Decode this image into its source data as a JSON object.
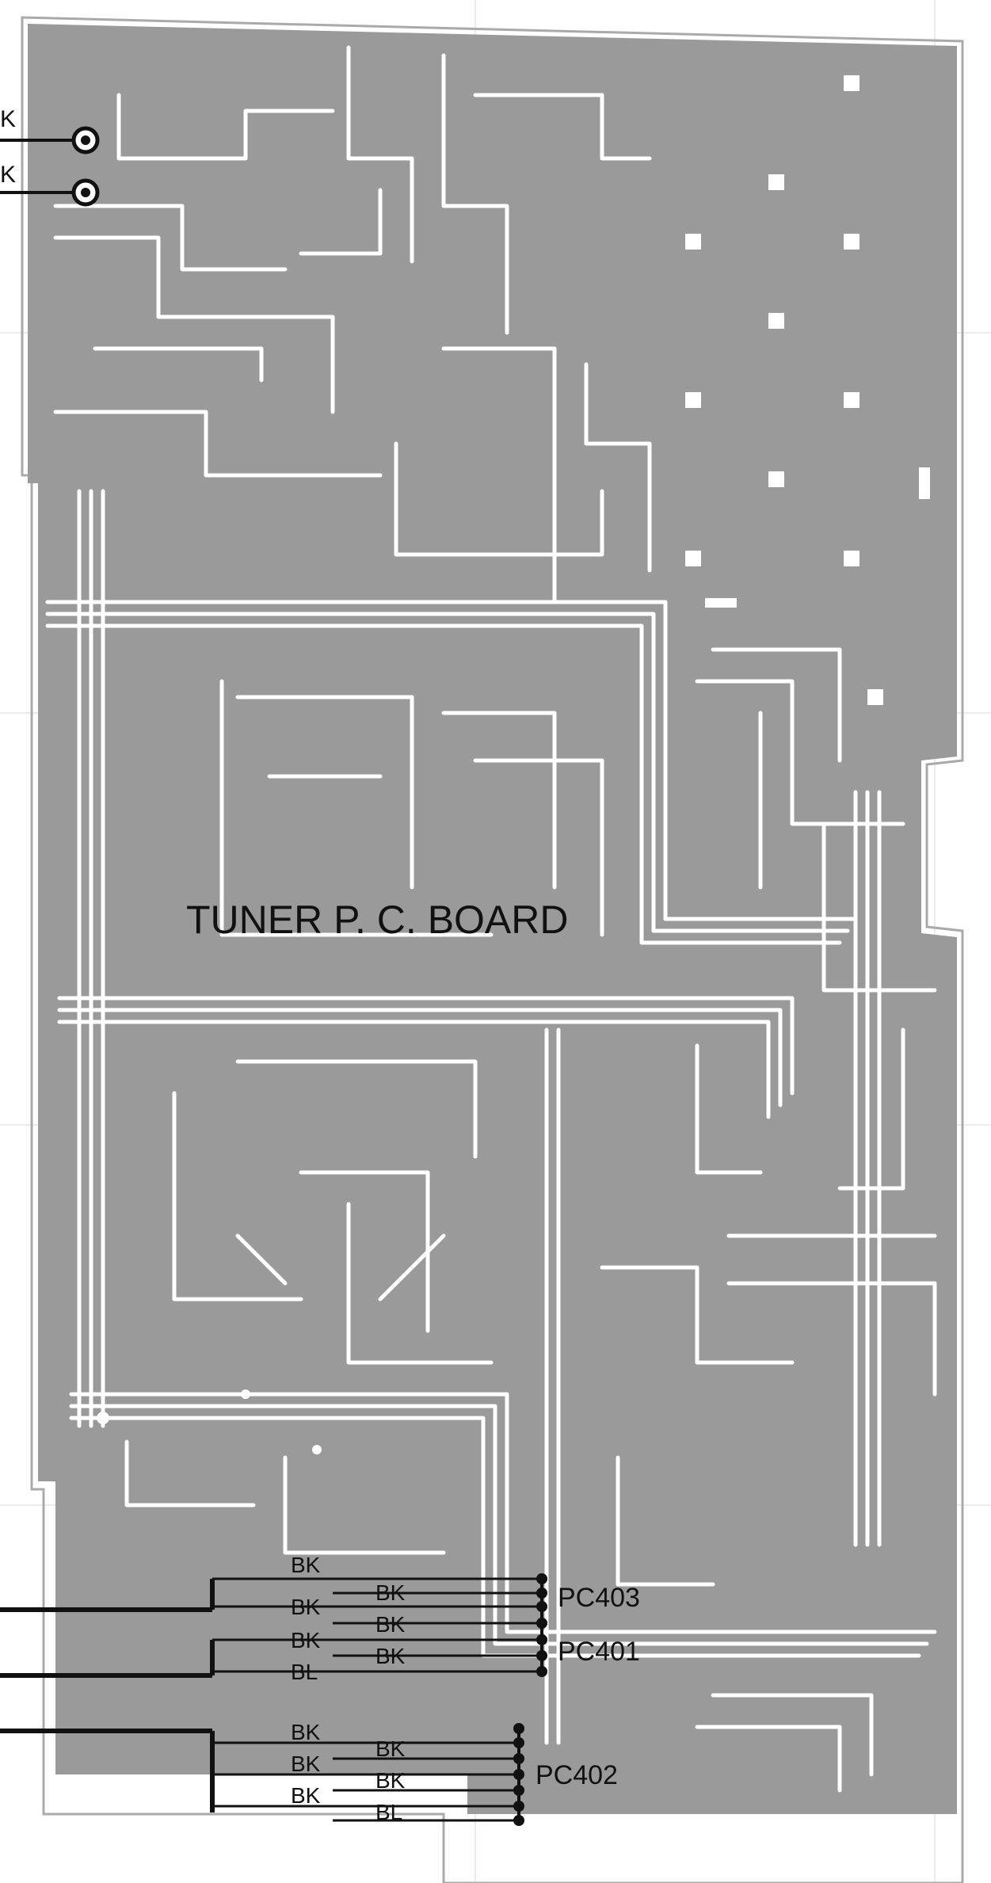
{
  "board": {
    "title": "TUNER  P. C. BOARD"
  },
  "top_wires": [
    {
      "label": "K"
    },
    {
      "label": "K"
    }
  ],
  "connectors": [
    {
      "name": "PC403"
    },
    {
      "name": "PC401"
    },
    {
      "name": "PC402"
    }
  ],
  "wire_labels": {
    "group1_outer": [
      "BK",
      "BK",
      "BK",
      "BL"
    ],
    "group1_inner": [
      "BK",
      "BK",
      "BK"
    ],
    "group2_outer": [
      "BK",
      "BK",
      "BK"
    ],
    "group2_inner": [
      "BK",
      "BK",
      "BL"
    ]
  },
  "colors": {
    "board_fill": "#9a9a9a",
    "trace": "#ffffff",
    "line": "#111111"
  }
}
